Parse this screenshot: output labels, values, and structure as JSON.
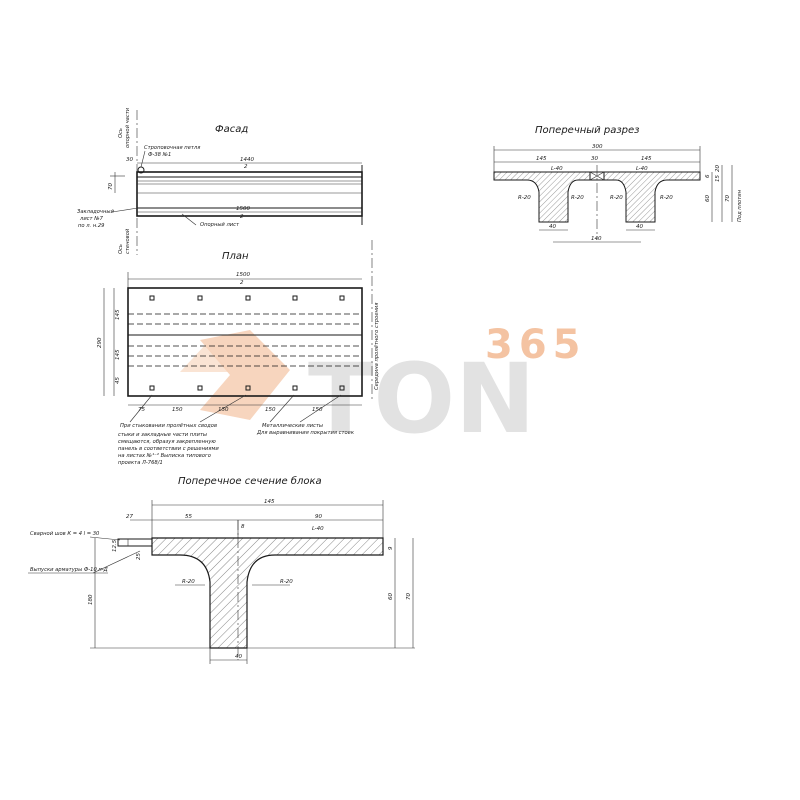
{
  "titles": {
    "facade": "Фасад",
    "plan": "План",
    "cross_section": "Поперечный разрез",
    "block_section": "Поперечное сечение блока"
  },
  "facade": {
    "axis_top_1": "Ось",
    "axis_top_2": "опорной части",
    "axis_bottom_1": "Ось",
    "axis_bottom_2": "стеновой",
    "lifting_loop_1": "Строповочная петля",
    "lifting_loop_2": "Ф-38 №1",
    "dim_30": "30",
    "dim_1440": "1440",
    "dim_1440_sub": "2",
    "dim_1500": "1500",
    "dim_1500_sub": "2",
    "dim_70": "70",
    "embedded_1": "Закладочный",
    "embedded_2": "лист №7",
    "embedded_3": "по л. н.29",
    "support_sheet": "Опорный лист"
  },
  "plan": {
    "dim_1500": "1500",
    "dim_1500_sub": "2",
    "dim_145": "145",
    "dim_290": "290",
    "dim_145b": "145",
    "dim_45": "45",
    "side_note": "Середина пролётного строения",
    "bottom_dims": [
      "75",
      "150",
      "150",
      "150",
      "150"
    ],
    "note_joints": "При стыковании пролётных сводов",
    "note_long_1": "стыки и закладные части плиты",
    "note_long_2": "смещаются, образуя закрепленную",
    "note_long_3": "панель в соответствии с решениями",
    "note_long_4": "на листах №¹⁻² Выписка типового",
    "note_long_5": "проекта Л-768/1",
    "note_metal": "Металлические листы",
    "note_metal_2": "Для выравнивания покрытия стоек"
  },
  "cross_section": {
    "dim_300": "300",
    "dim_145_l": "145",
    "dim_145_r": "145",
    "dim_30": "30",
    "l_left": "L-40",
    "l_right": "L-40",
    "dim_40_l": "40",
    "dim_40_r": "40",
    "dim_140": "140",
    "r_labels": [
      "R-20",
      "R-20",
      "R-20",
      "R-20"
    ],
    "dim_15": "15",
    "dim_6": "6",
    "dim_20": "20",
    "dim_60": "60",
    "dim_70": "70",
    "side_note": "Под плотин"
  },
  "block_section": {
    "dim_145": "145",
    "dim_27": "27",
    "dim_55": "55",
    "dim_8": "8",
    "dim_90": "90",
    "l_label": "L-40",
    "weld_note": "Сварной шов К = 4 l = 30",
    "rebar_note": "Выпуски арматуры Ф-10 п-Д",
    "dim_125": "12.5",
    "dim_25": "25",
    "r_left": "R-20",
    "r_right": "R-20",
    "dim_180": "180",
    "dim_60": "60",
    "dim_70": "70",
    "dim_9": "9",
    "dim_40": "40"
  },
  "watermark": {
    "number": "365",
    "word": "TON"
  },
  "colors": {
    "ink": "#1a1a1a",
    "watermark_orange": "#f4c3a2",
    "watermark_gray": "#d9d9d9"
  }
}
